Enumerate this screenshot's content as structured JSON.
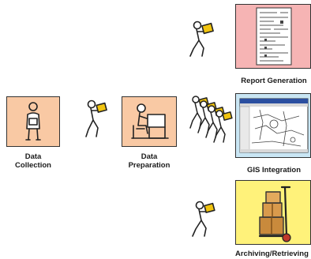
{
  "diagram": {
    "nodes": [
      {
        "id": "collection",
        "label": "Data\nCollection",
        "icon": "person-with-clipboard-icon",
        "fill": "#f9c9a4"
      },
      {
        "id": "preparation",
        "label": "Data\nPreparation",
        "icon": "person-at-desk-icon",
        "fill": "#f9c9a4"
      },
      {
        "id": "report",
        "label": "Report Generation",
        "icon": "report-document-icon",
        "fill": "#f6b4b4"
      },
      {
        "id": "gis",
        "label": "GIS Integration",
        "icon": "gis-map-window-icon",
        "fill": "#c9e6f4"
      },
      {
        "id": "archive",
        "label": "Archiving/Retrieving",
        "icon": "hand-truck-boxes-icon",
        "fill": "#fff27a"
      }
    ],
    "carrier_icon": "person-carrying-box-icon",
    "carrier_box_color": "#f1c40f"
  }
}
